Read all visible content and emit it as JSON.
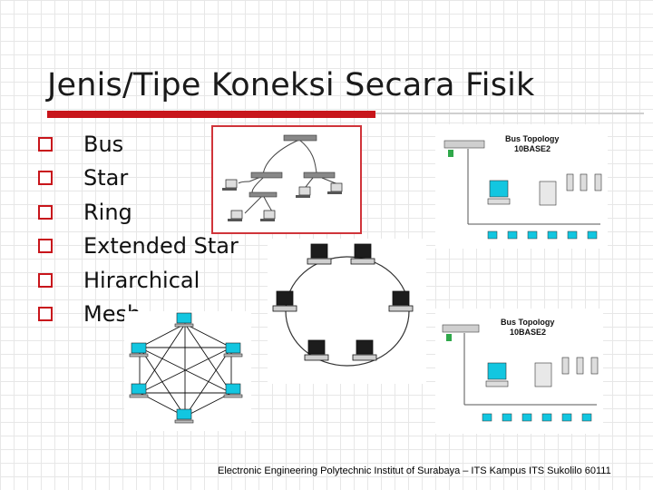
{
  "slide": {
    "title": "Jenis/Tipe Koneksi Secara Fisik",
    "bullets": [
      "Bus",
      "Star",
      "Ring",
      "Extended Star",
      "Hirarchical",
      "Mesh"
    ],
    "footer": "Electronic Engineering Polytechnic Institut of Surabaya – ITS Kampus ITS Sukolilo 60111"
  },
  "figures": {
    "bus_top": {
      "title_line1": "Bus Topology",
      "title_line2": "10BASE2"
    },
    "bus_bottom": {
      "title_line1": "Bus Topology",
      "title_line2": "10BASE2"
    }
  },
  "colors": {
    "accent_red": "#c8151b",
    "title_text": "#1a1a1a",
    "screen_cyan": "#12c6e0",
    "terminator_green": "#2fa84a"
  }
}
